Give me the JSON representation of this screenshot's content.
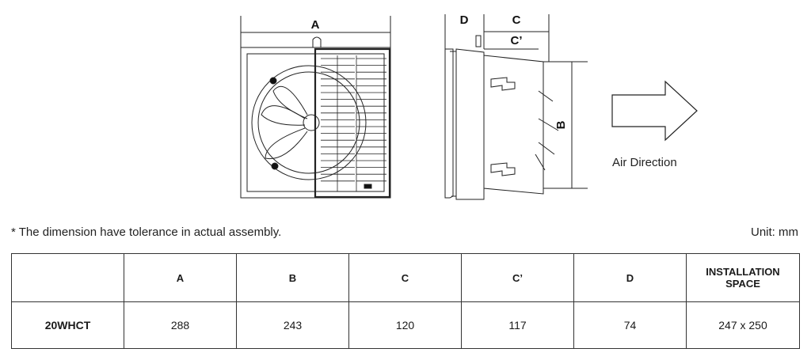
{
  "drawing": {
    "labels": {
      "a": "A",
      "b": "B",
      "c": "C",
      "c_prime": "C’",
      "d": "D"
    },
    "air_direction": "Air Direction"
  },
  "notes": {
    "tolerance": "* The dimension have tolerance in actual assembly.",
    "unit": "Unit: mm"
  },
  "table": {
    "headers": [
      "",
      "A",
      "B",
      "C",
      "C’",
      "D",
      "INSTALLATION SPACE"
    ],
    "rows": [
      {
        "model": "20WHCT",
        "a": "288",
        "b": "243",
        "c": "120",
        "c_prime": "117",
        "d": "74",
        "space": "247 x 250"
      }
    ]
  }
}
